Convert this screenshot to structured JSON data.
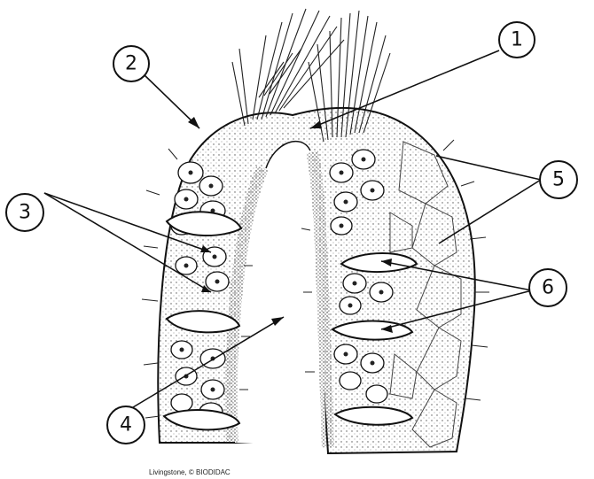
{
  "callouts": [
    {
      "id": "1",
      "label": "1"
    },
    {
      "id": "2",
      "label": "2"
    },
    {
      "id": "3",
      "label": "3"
    },
    {
      "id": "4",
      "label": "4"
    },
    {
      "id": "5",
      "label": "5"
    },
    {
      "id": "6",
      "label": "6"
    }
  ],
  "credit": "Livingstone, © BIODIDAC"
}
